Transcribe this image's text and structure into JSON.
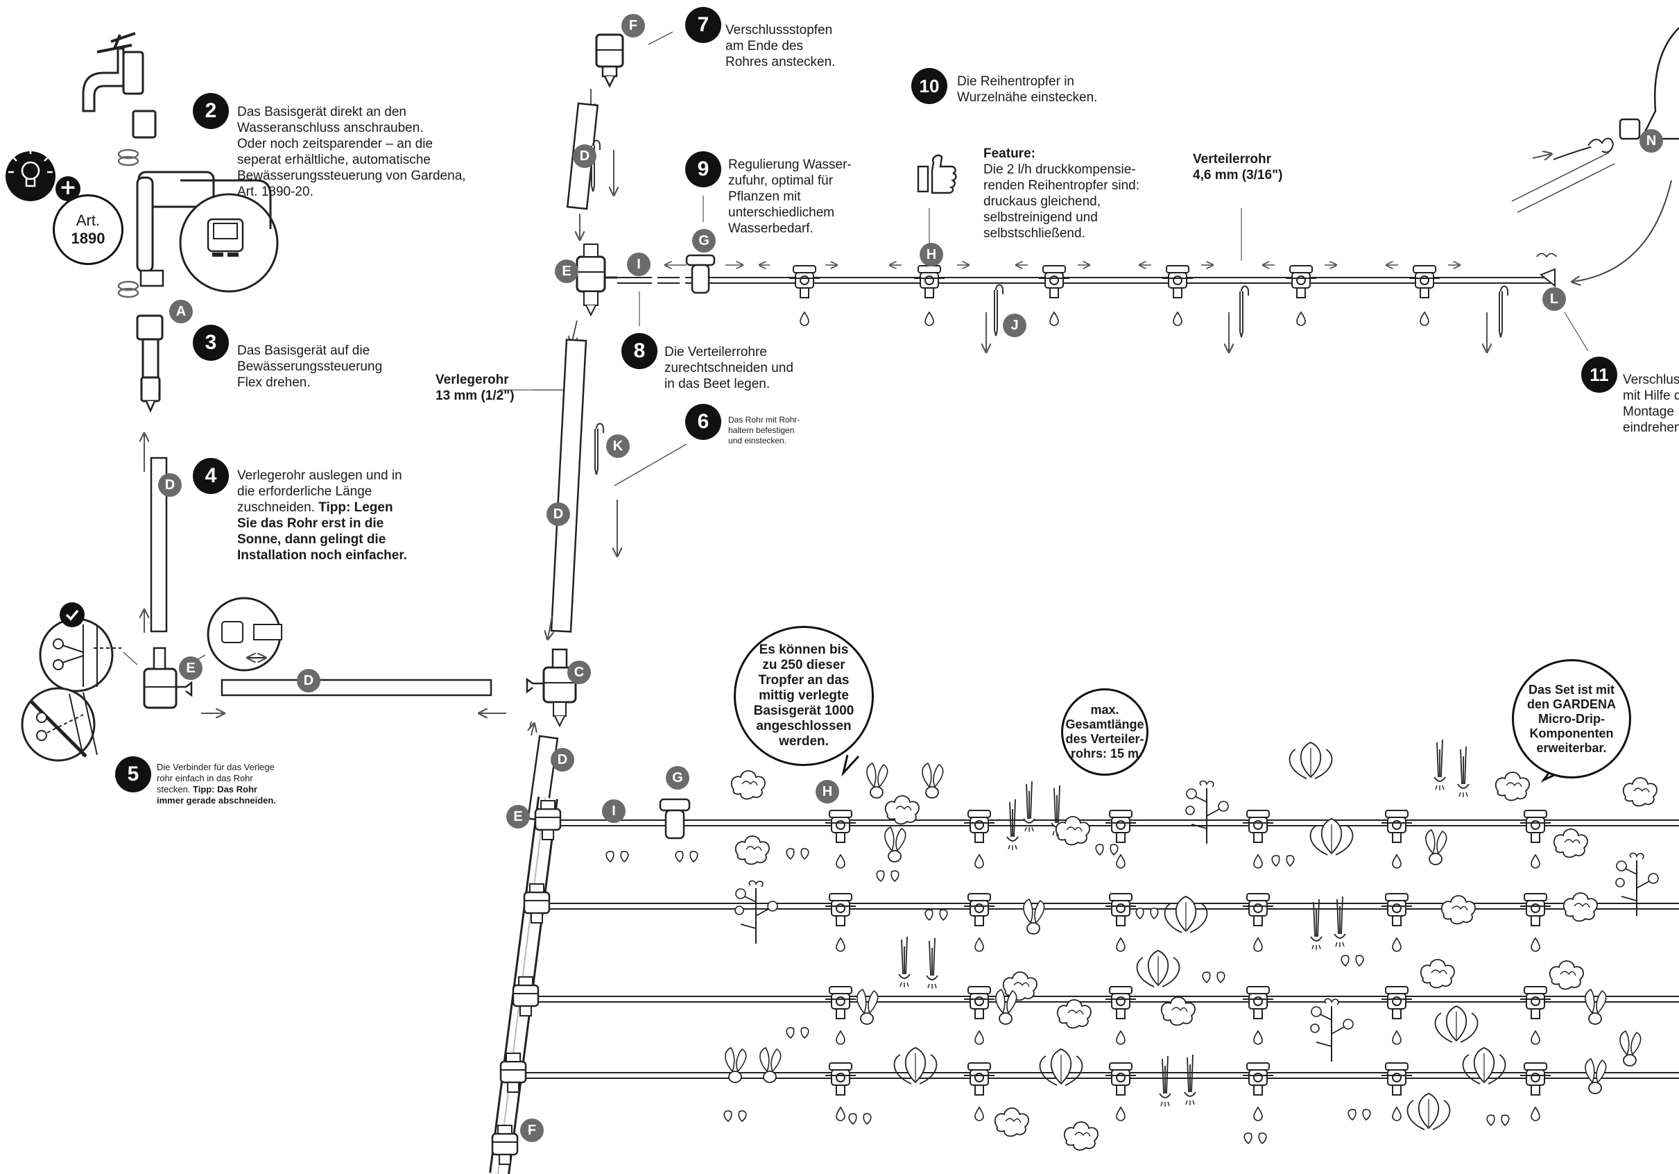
{
  "steps": {
    "s2": {
      "num": "2",
      "lines": [
        "Das Basisgerät direkt an den",
        "Wasseranschluss anschrauben.",
        "Oder noch zeitsparender – an die",
        "seperat erhältliche, automatische",
        "Bewässerungssteuerung von Gardena,",
        "Art. 1890-20."
      ]
    },
    "s3": {
      "num": "3",
      "lines": [
        "Das Basisgerät auf die",
        "Bewässerungssteuerung",
        "Flex drehen."
      ]
    },
    "s4": {
      "num": "4",
      "lines": [
        "Verlegerohr auslegen und in",
        "die erforderliche Länge",
        "zuschneiden."
      ],
      "tip_inline": "Tipp: Legen",
      "tip_lines": [
        "Sie das Rohr erst in die",
        "Sonne, dann gelingt die",
        "Installation noch einfacher."
      ]
    },
    "s5": {
      "num": "5",
      "lines": [
        "Die Verbinder für das Verlege",
        "rohr einfach in das Rohr",
        "stecken."
      ],
      "tip_inline": "Tipp: Das Rohr",
      "tip_lines": [
        "immer gerade abschneiden."
      ]
    },
    "s6": {
      "num": "6",
      "lines": [
        "Das Rohr mit Rohr-",
        "haltern befestigen",
        "und einstecken."
      ]
    },
    "s7": {
      "num": "7",
      "lines": [
        "Verschlussstopfen",
        "am Ende des",
        "Rohres anstecken."
      ]
    },
    "s8": {
      "num": "8",
      "lines": [
        "Die Verteilerrohre",
        "zurechtschneiden und",
        "in das Beet legen."
      ]
    },
    "s9": {
      "num": "9",
      "lines": [
        "Regulierung Wasser-",
        "zufuhr, optimal für",
        "Pflanzen mit",
        "unterschiedlichem",
        "Wasserbedarf."
      ]
    },
    "s10": {
      "num": "10",
      "lines": [
        "Die Reihentropfer in",
        "Wurzelnähe einstecken."
      ]
    },
    "s11": {
      "num": "11",
      "lines": [
        "Verschlus",
        "mit Hilfe d",
        "Montage",
        "eindrehen"
      ]
    }
  },
  "feature": {
    "title": "Feature:",
    "lines": [
      "Die 2 l/h druckkompensie-",
      "renden  Reihentropfer sind:",
      "druckaus gleichend,",
      "selbstreinigend und",
      "selbstschließend."
    ]
  },
  "verteilerrohr": {
    "title": "Verteilerrohr",
    "size": "4,6 mm (3/16\")"
  },
  "verlegerohr": {
    "title": "Verlegerohr",
    "size": "13 mm (1/2\")"
  },
  "art_badge": {
    "prefix": "Art.",
    "number": "1890"
  },
  "bubbles": {
    "b1": [
      "Es können bis",
      "zu 250 dieser",
      "Tropfer an das",
      "mittig verlegte",
      "Basisgerät 1000",
      "angeschlossen",
      "werden."
    ],
    "b2": [
      "max.",
      "Gesamtlänge",
      "des Verteiler-",
      "rohrs: 15 m"
    ],
    "b3": [
      "Das Set ist mit",
      "den GARDENA",
      "Micro-Drip-",
      "Komponenten",
      "erweiterbar."
    ]
  },
  "part_labels": {
    "A": "A",
    "C": "C",
    "D": "D",
    "E": "E",
    "F": "F",
    "G": "G",
    "H": "H",
    "I": "I",
    "J": "J",
    "K": "K",
    "L": "L",
    "N": "N"
  },
  "icons": [
    "lightbulb-icon",
    "plus-icon",
    "thumbs-up-icon",
    "check-icon",
    "scissors-icon",
    "tap-icon",
    "dripper-icon",
    "plant-icon"
  ],
  "colors": {
    "ink": "#1a1a1a",
    "label_gray": "#6b6b6b",
    "step_black": "#111111"
  }
}
